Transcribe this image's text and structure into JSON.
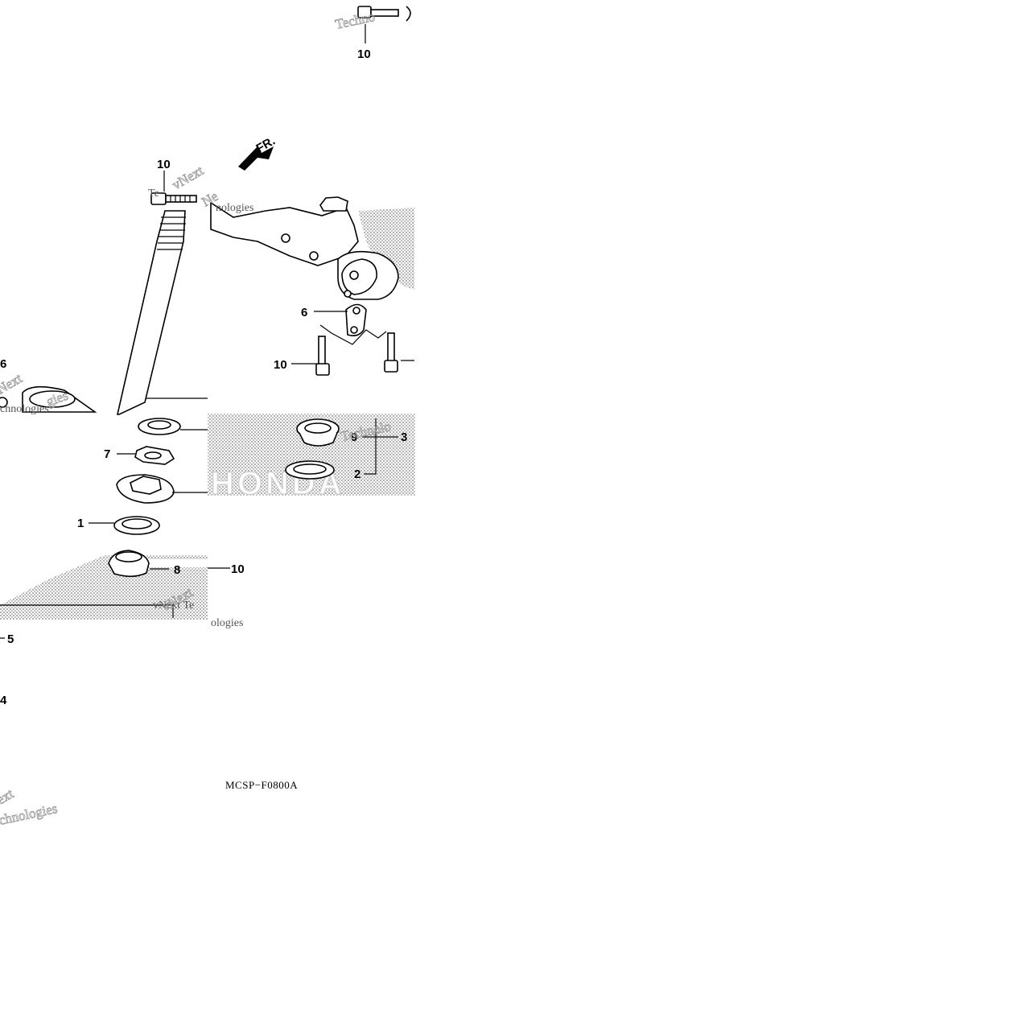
{
  "callouts": {
    "c1": "1",
    "c2": "2",
    "c3": "3",
    "c4": "4",
    "c5": "5",
    "c6a": "6",
    "c6b": "6",
    "c7": "7",
    "c8": "8",
    "c9": "9",
    "c10a": "10",
    "c10b": "10",
    "c10c": "10",
    "c10d": "10"
  },
  "direction_marker": "FR.",
  "drawing_code": "MCSP−F0800A",
  "watermarks": {
    "w1": "Techno",
    "w2": "vNext",
    "w3": "Te",
    "w4": "nologies",
    "w5": "Technolo",
    "w6": "vNext Te",
    "w7": "ologies",
    "w8": "ext",
    "w9": "chnologies",
    "w10": "Next",
    "w11": "chnologies",
    "w12": "Ne",
    "w13": "vNext",
    "w14": "gies"
  },
  "brand_logo_text": "HONDA"
}
